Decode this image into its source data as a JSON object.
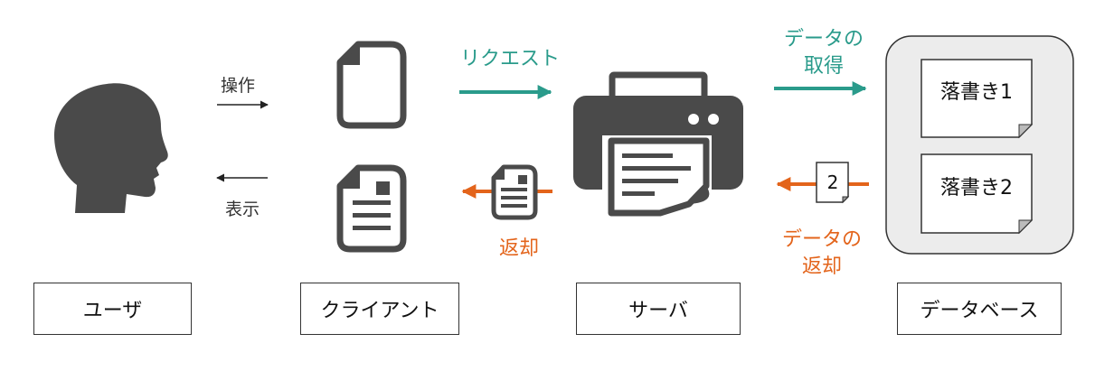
{
  "labels": {
    "user": "ユーザ",
    "client": "クライアント",
    "server": "サーバ",
    "database": "データベース"
  },
  "arrows": {
    "operate": "操作",
    "display": "表示",
    "request": "リクエスト",
    "fetch_line1": "データの",
    "fetch_line2": "取得",
    "return_data_line1": "データの",
    "return_data_line2": "返却",
    "return": "返却"
  },
  "db_records": {
    "record1": "落書き1",
    "record2": "落書き2"
  },
  "small_doc_number": "2",
  "colors": {
    "teal": "#2a9b8b",
    "orange": "#e3641b",
    "icon": "#4a4a4a",
    "db_fill": "#ececec",
    "db_border": "#333333"
  },
  "icons": {
    "user": "person-head-icon",
    "client_request": "blank-document-icon",
    "client_response": "text-document-icon",
    "server": "printer-icon",
    "return_doc": "small-text-document-icon",
    "record_doc": "numbered-note-icon"
  }
}
